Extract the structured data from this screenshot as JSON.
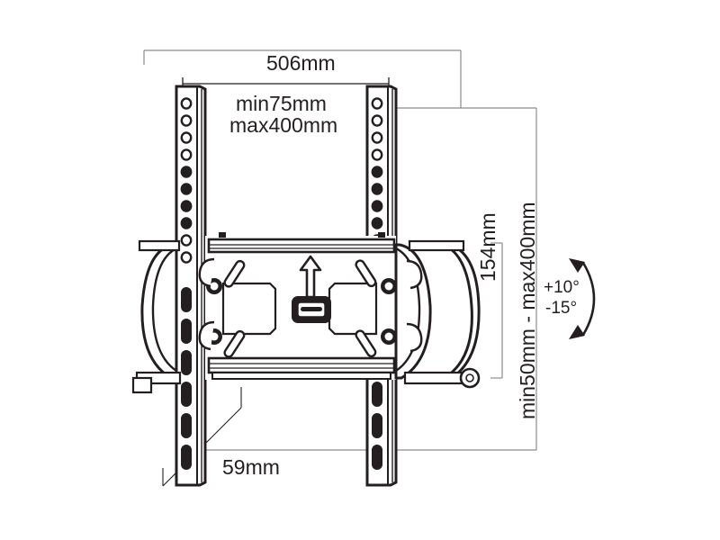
{
  "drawing": {
    "title": "TV wall mount tilting bracket technical drawing",
    "background_color": "#ffffff",
    "line_color": "#231f20",
    "extension_line_color": "#8c8c8c",
    "dimensions": {
      "width_overall": "506mm",
      "vesa_horizontal_min": "min75mm",
      "vesa_horizontal_max": "max400mm",
      "depth": "59mm",
      "bracket_height": "154mm",
      "vesa_vertical_range": "min50mm - max400mm"
    },
    "tilt": {
      "positive": "+10",
      "negative": "-15",
      "degree_symbol": "°",
      "positive_label": "+10°",
      "negative_label": "-15°"
    },
    "rails": {
      "round_hole_count": 14,
      "slot_count": 7
    },
    "center": {
      "arrow_direction": "up",
      "lock_icon": "release-slot"
    }
  }
}
